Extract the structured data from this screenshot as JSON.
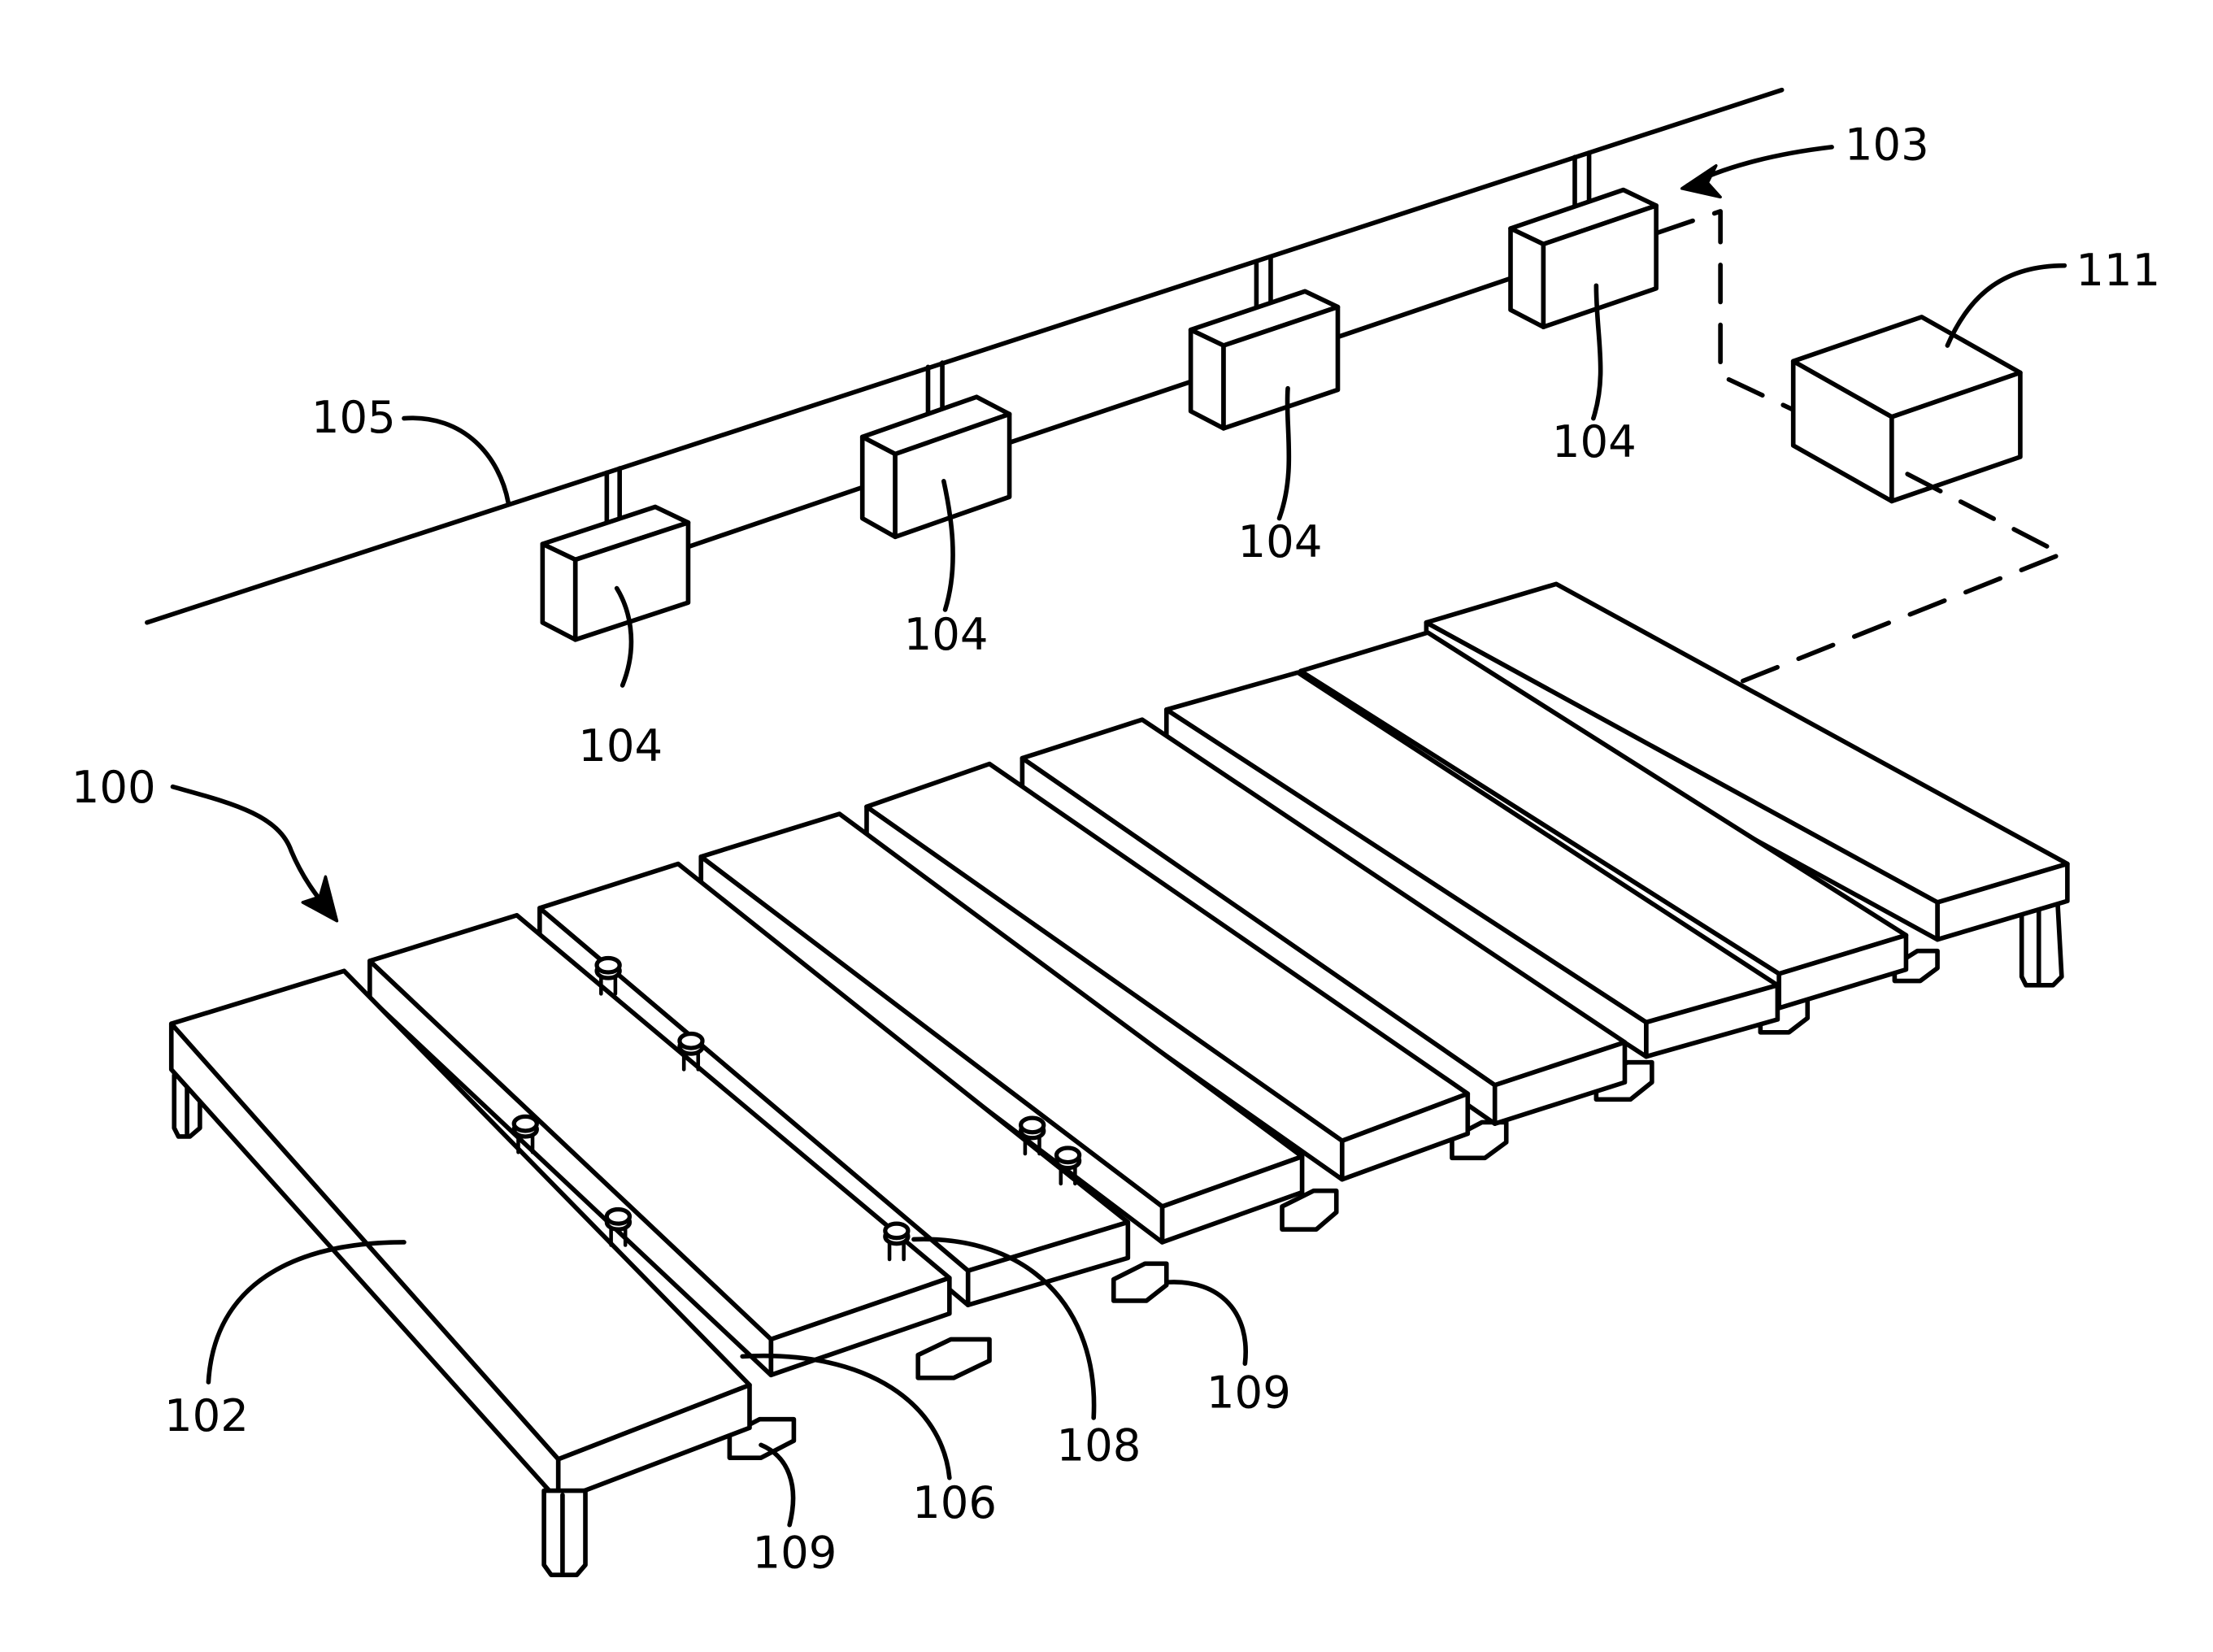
{
  "figure": {
    "labels": {
      "ref_100": "100",
      "ref_102": "102",
      "ref_103": "103",
      "ref_104": "104",
      "ref_105": "105",
      "ref_106": "106",
      "ref_108": "108",
      "ref_109": "109",
      "ref_111": "111"
    },
    "sensor_count": 4,
    "plank_count": 9
  }
}
